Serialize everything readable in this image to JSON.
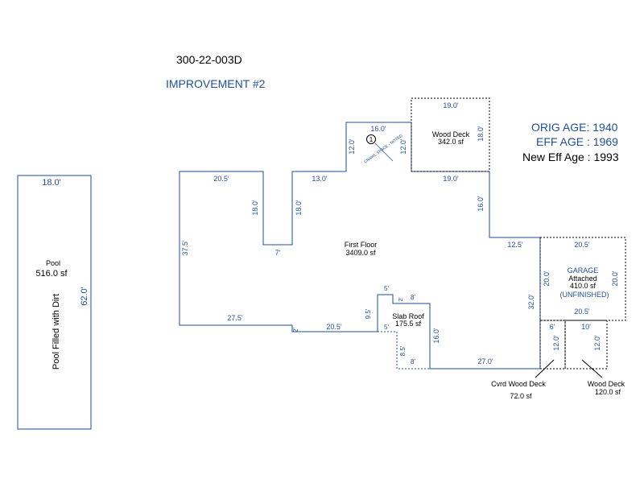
{
  "header": {
    "parcel_id": "300-22-003D",
    "improvement": "IMPROVEMENT #2"
  },
  "ages": {
    "orig_age": "ORIG AGE: 1940",
    "eff_age": "EFF AGE : 1969",
    "new_eff_age": "New Eff Age : 1993"
  },
  "pool": {
    "name": "Pool",
    "area": "516.0 sf",
    "note": "Pool Filled with Dirt",
    "width": "18.0'",
    "length": "62.0'"
  },
  "first_floor": {
    "name": "First Floor",
    "area": "3409.0 sf",
    "dims": {
      "top_left": "20.5'",
      "notch_left": "18.0'",
      "notch_right": "18.0'",
      "notch_bottom": "7'",
      "top_mid": "13.0'",
      "left": "37.5'",
      "bottom_left": "27.5'",
      "step": "2'",
      "bottom_mid": "20.5'",
      "entry_left": "12.0'",
      "entry_top": "16.0'",
      "entry_right": "12.0'",
      "deck_bottom": "19.0'",
      "right_upper": "16.0'",
      "right_step": "12.5'",
      "right_lower": "32.0'",
      "bottom_right": "27.0'"
    }
  },
  "crawl_space": {
    "marker": "1",
    "note": "CRAWL SPACE - NOTED"
  },
  "wood_deck_top": {
    "name": "Wood Deck",
    "area": "342.0 sf",
    "width": "19.0'",
    "height": "18.0'"
  },
  "garage": {
    "name": "GARAGE",
    "type": "Attached",
    "area": "410.0 sf",
    "status": "(UNFINISHED)",
    "top": "20.5'",
    "bottom": "20.5'",
    "left": "20.0'",
    "right": "20.0'"
  },
  "slab_roof": {
    "name": "Slab Roof",
    "area": "175.5 sf",
    "dims": {
      "top": "5'",
      "small": "2'",
      "right_top": "8'",
      "left_upper": "9.5'",
      "inner": "5'",
      "right": "16.0'",
      "left_lower": "8.5'",
      "bottom": "8'"
    }
  },
  "cvrd_deck": {
    "name": "Cvrd Wood Deck",
    "area": "72.0 sf",
    "width": "6'",
    "height": "12.0'"
  },
  "wood_deck_bottom": {
    "name": "Wood Deck",
    "area": "120.0 sf",
    "width": "10'",
    "height": "12.0'"
  },
  "colors": {
    "line": "#1f4e9a",
    "dimension_text": "#1f4e9a",
    "label_text": "#000000",
    "background": "#ffffff"
  }
}
